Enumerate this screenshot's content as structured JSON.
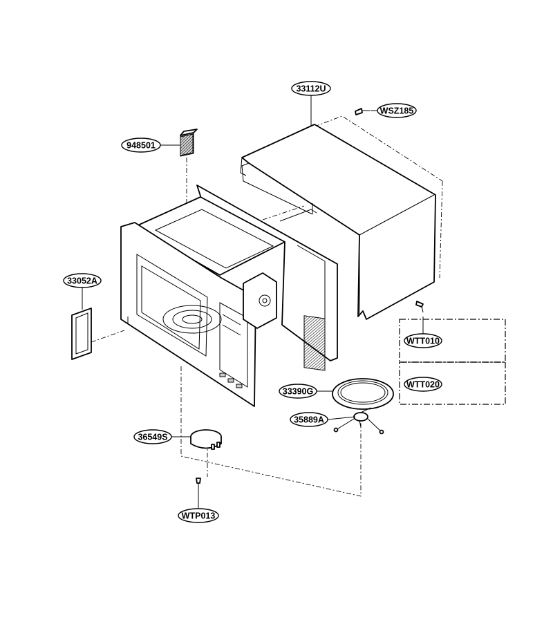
{
  "labels": {
    "l33112U": "33112U",
    "lWSZ185": "WSZ185",
    "l948501": "948501",
    "l33052A": "33052A",
    "lWTT010": "WTT010",
    "lWTT020": "WTT020",
    "l33390G": "33390G",
    "l35889A": "35889A",
    "l36549S": "36549S",
    "lWTP013": "WTP013"
  }
}
